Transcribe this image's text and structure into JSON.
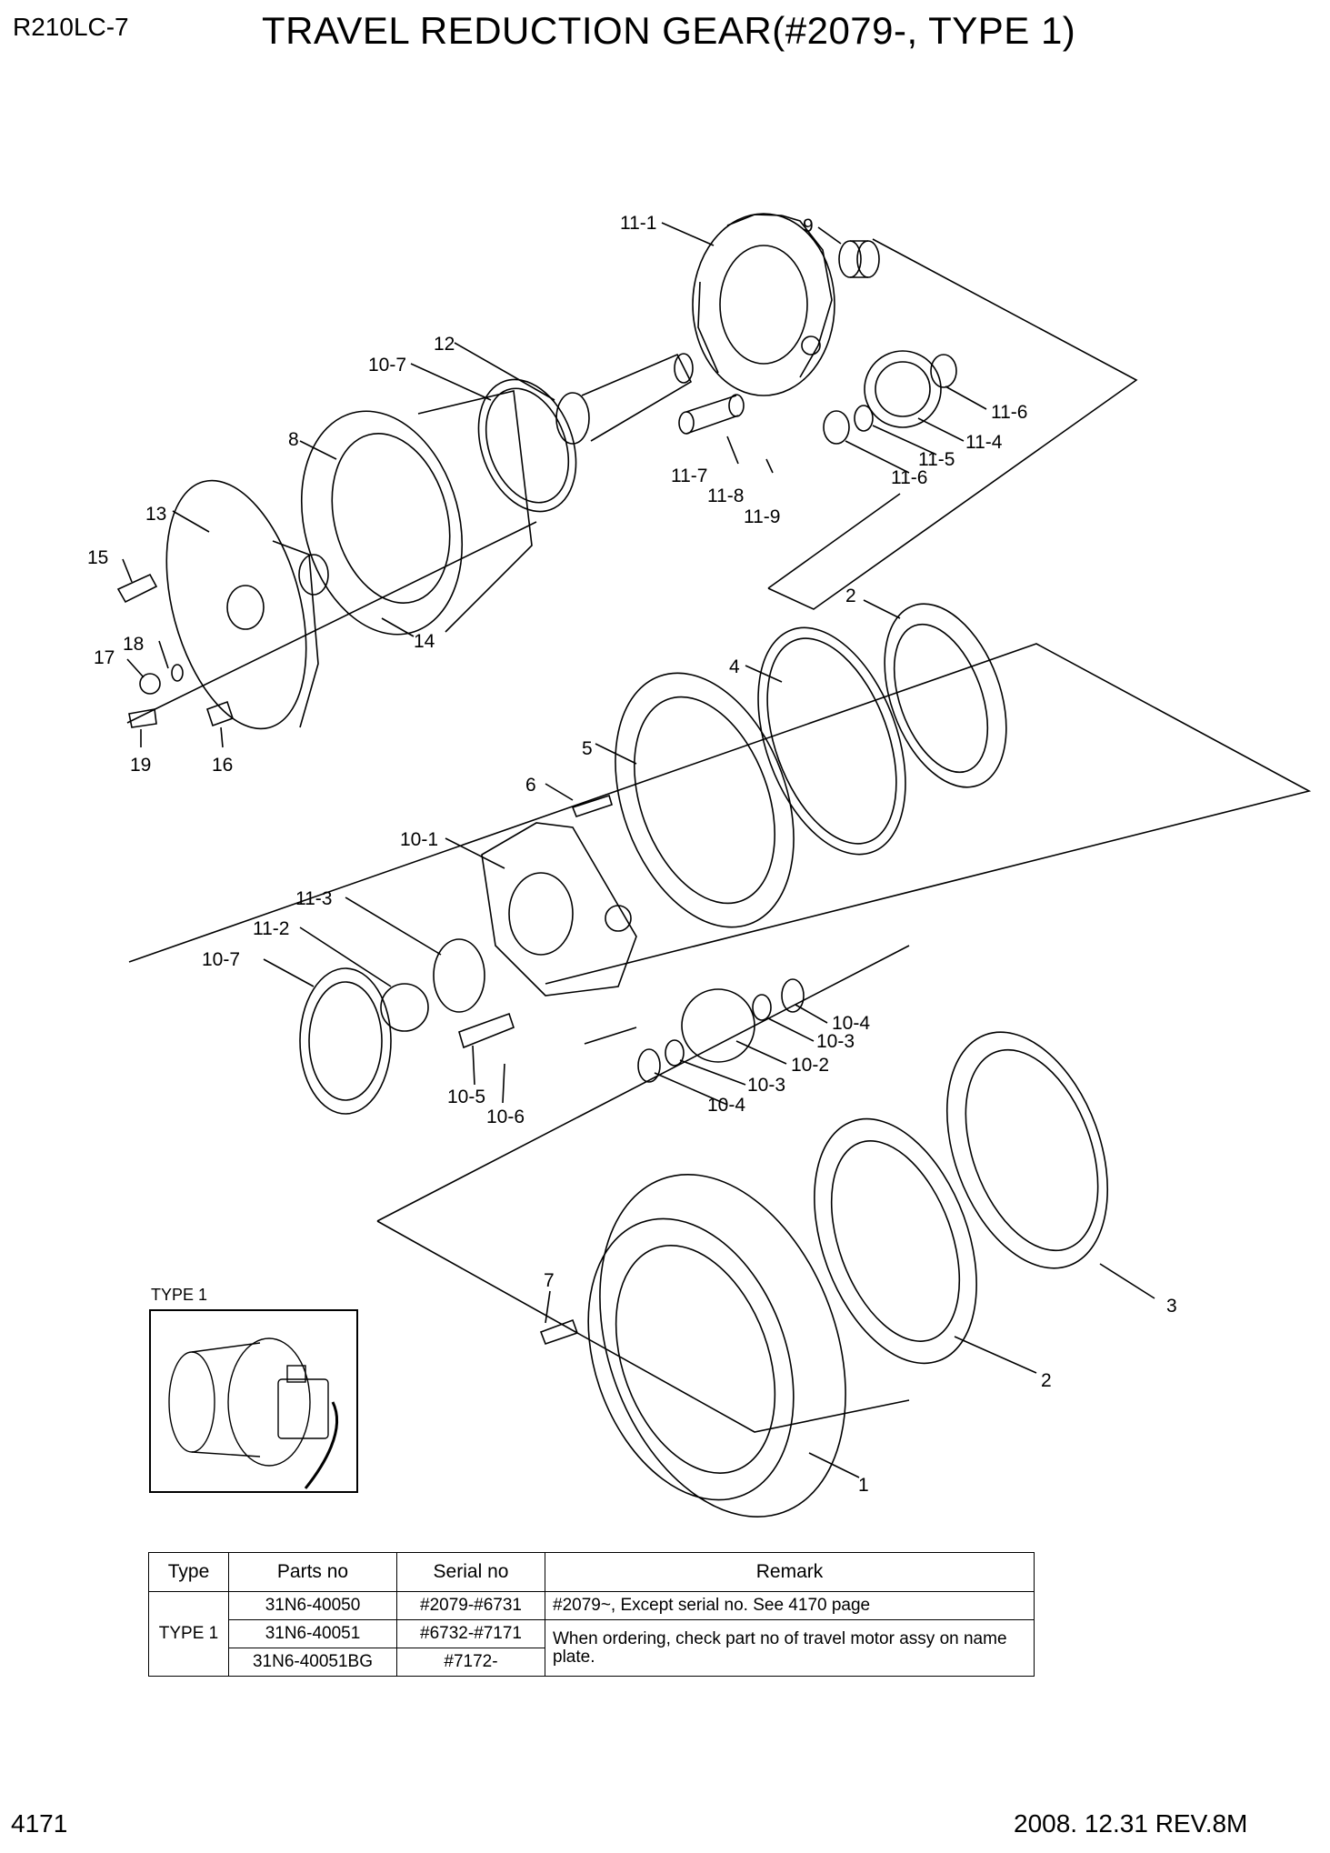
{
  "header": {
    "model": "R210LC-7",
    "title": "TRAVEL REDUCTION GEAR(#2079-, TYPE 1)"
  },
  "footer": {
    "page": "4171",
    "revision": "2008. 12.31  REV.8M"
  },
  "inset": {
    "caption": "TYPE 1"
  },
  "callouts": {
    "c11_1": "11-1",
    "c9": "9",
    "c12": "12",
    "c10_7a": "10-7",
    "c8": "8",
    "c11_6a": "11-6",
    "c11_4": "11-4",
    "c11_5": "11-5",
    "c11_6b": "11-6",
    "c11_7": "11-7",
    "c11_8": "11-8",
    "c11_9": "11-9",
    "c13": "13",
    "c15": "15",
    "c14": "14",
    "c18": "18",
    "c17": "17",
    "c19": "19",
    "c16": "16",
    "c2a": "2",
    "c4": "4",
    "c5": "5",
    "c6": "6",
    "c10_1": "10-1",
    "c11_3": "11-3",
    "c11_2": "11-2",
    "c10_7b": "10-7",
    "c10_4a": "10-4",
    "c10_3a": "10-3",
    "c10_2": "10-2",
    "c10_3b": "10-3",
    "c10_4b": "10-4",
    "c10_5": "10-5",
    "c10_6": "10-6",
    "c7": "7",
    "c3": "3",
    "c2b": "2",
    "c1": "1"
  },
  "table": {
    "headers": [
      "Type",
      "Parts no",
      "Serial no",
      "Remark"
    ],
    "type_label": "TYPE 1",
    "rows": [
      {
        "parts_no": "31N6-40050",
        "serial_no": "#2079-#6731",
        "remark": "#2079~, Except serial no. See 4170 page"
      },
      {
        "parts_no": "31N6-40051",
        "serial_no": "#6732-#7171"
      },
      {
        "parts_no": "31N6-40051BG",
        "serial_no": "#7172-"
      }
    ],
    "remark_merged": "When ordering, check part no of travel motor assy on name plate."
  }
}
